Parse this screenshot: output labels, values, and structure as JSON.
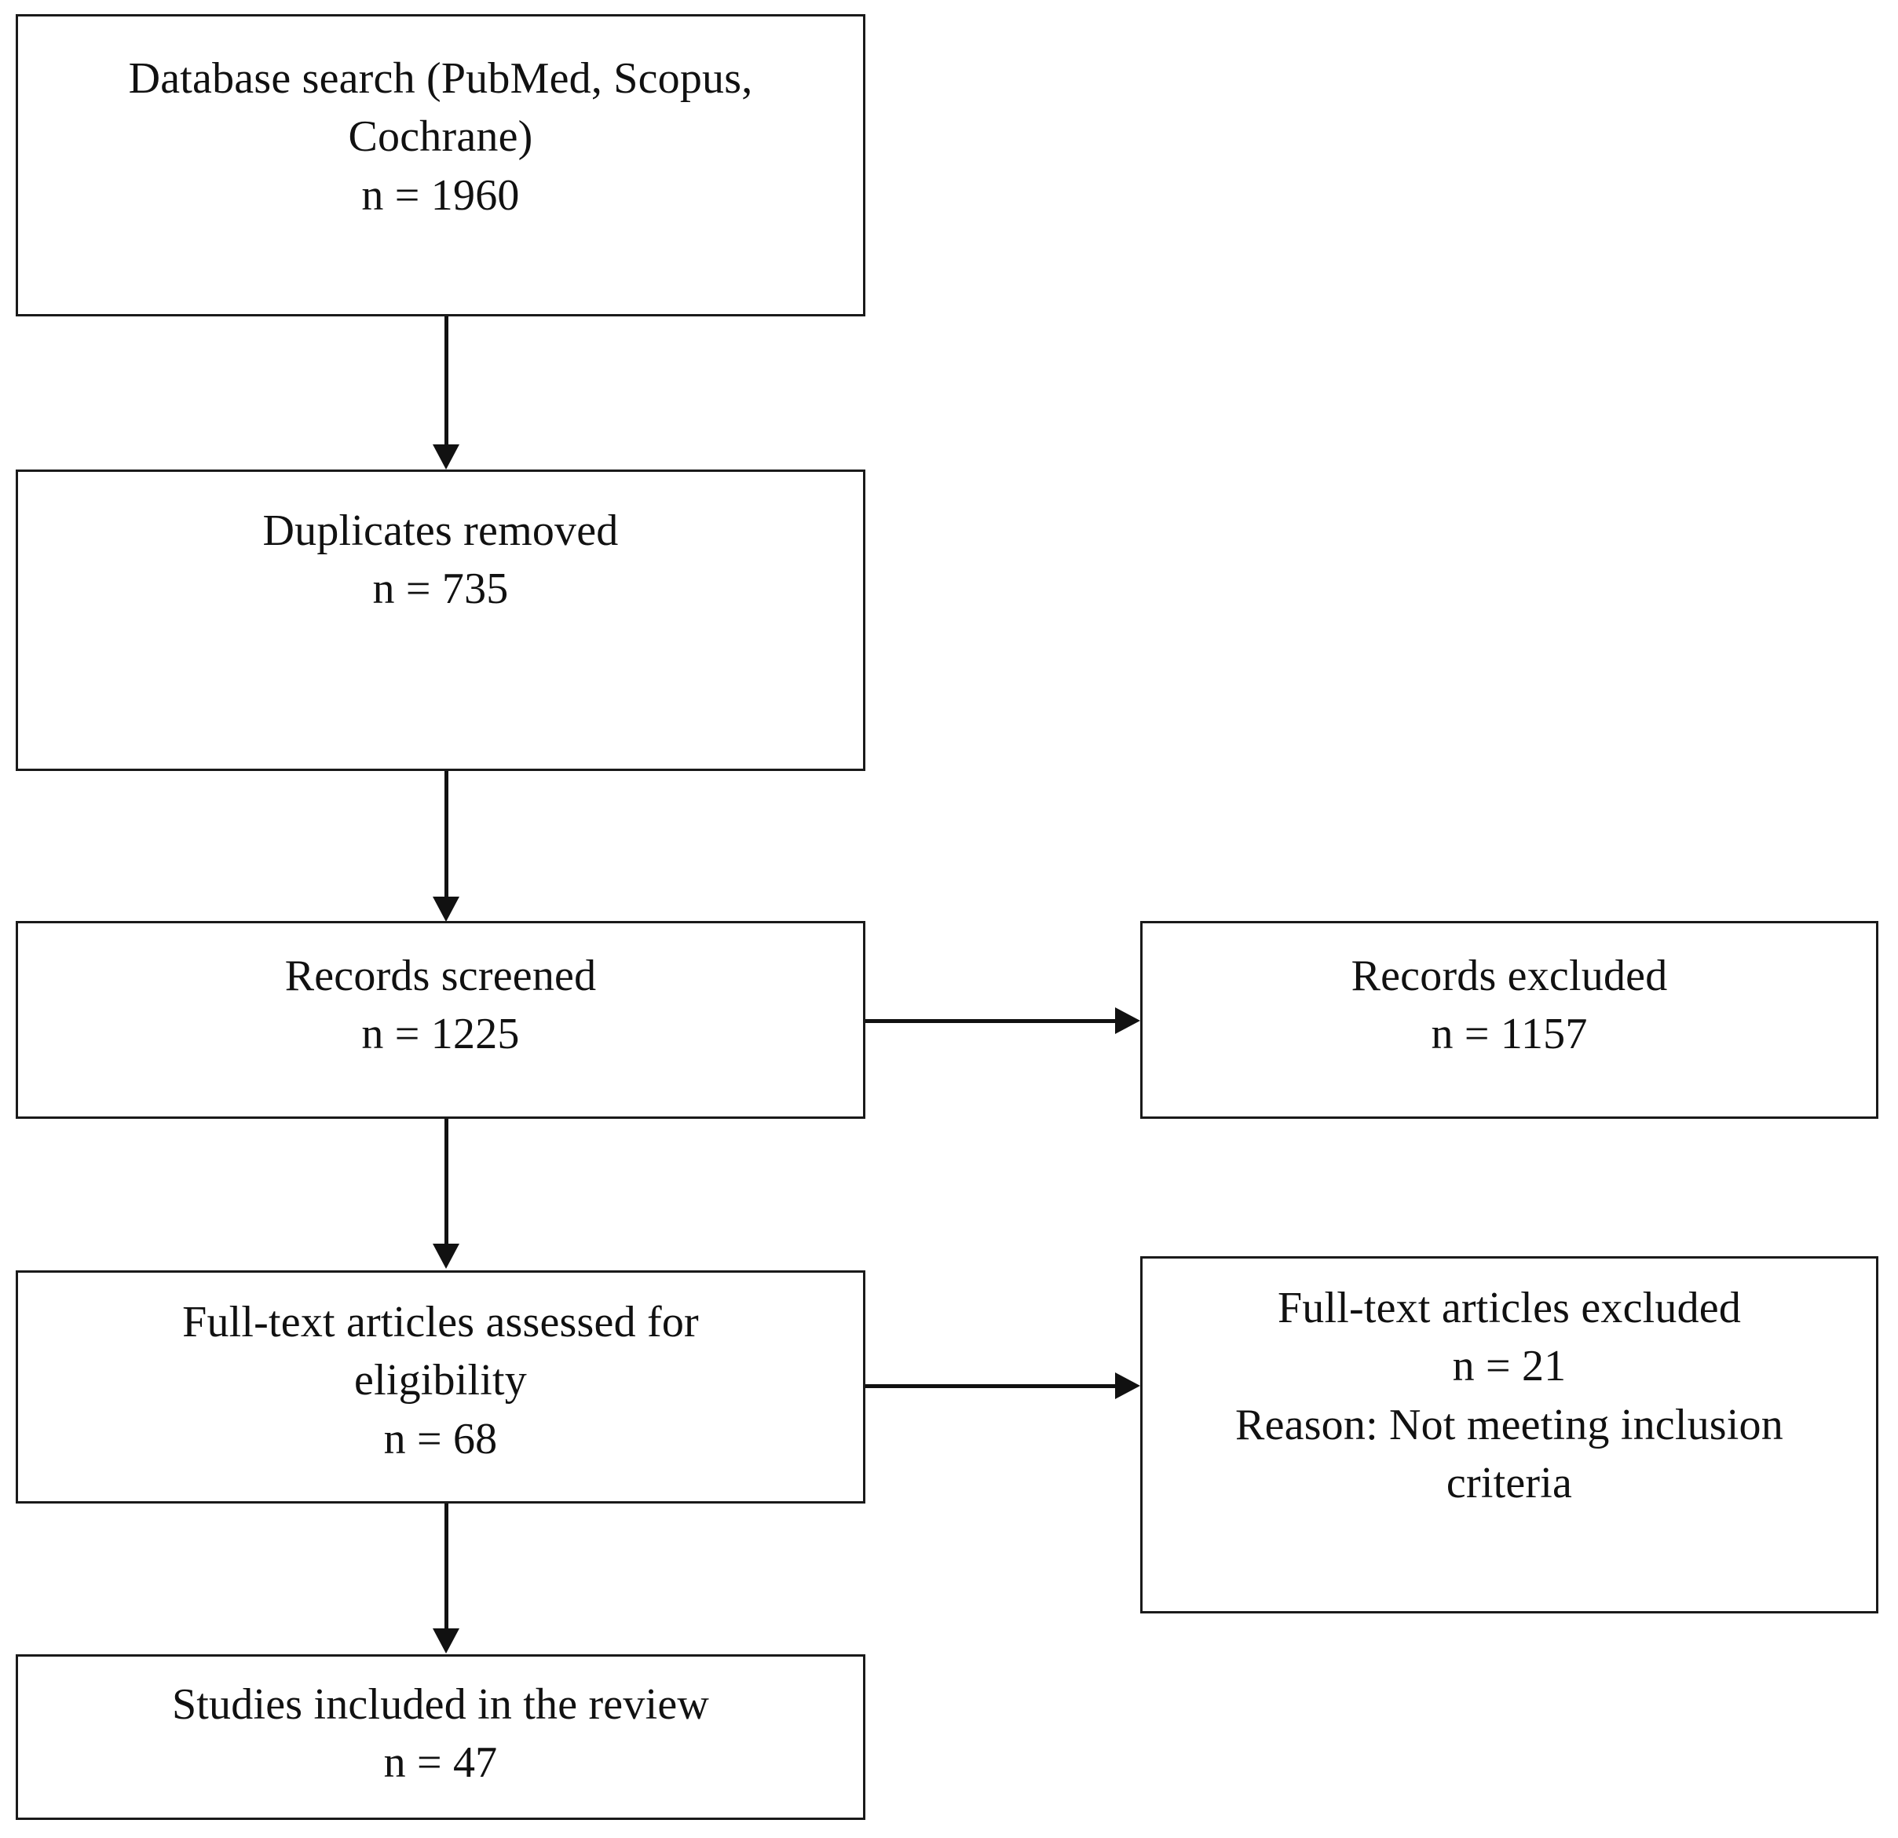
{
  "figure": {
    "type": "prisma-flow-diagram",
    "orientation": "vertical",
    "stroke_color": "#111111",
    "box_fill": "#ffffff",
    "shadow_color": "#8d8d8d"
  },
  "nodes": {
    "database_search": {
      "label": "Database search (PubMed, Scopus,\nCochrane)",
      "count_label": "n = 1960",
      "count": 1960
    },
    "duplicates_removed": {
      "label": "Duplicates removed",
      "count_label": "n = 735",
      "count": 735
    },
    "records_screened": {
      "label": "Records screened",
      "count_label": "n = 1225",
      "count": 1225
    },
    "records_excluded": {
      "label": "Records excluded",
      "count_label": "n = 1157",
      "count": 1157
    },
    "fulltext_assessed": {
      "label": "Full-text articles assessed for\neligibility",
      "count_label": "n = 68",
      "count": 68
    },
    "fulltext_excluded": {
      "label": "Full-text articles excluded",
      "count_label": "n = 21",
      "count": 21,
      "reason_label": "Reason: Not meeting inclusion\ncriteria"
    },
    "studies_included": {
      "label": "Studies included in the review",
      "count_label": "n = 47",
      "count": 47
    }
  },
  "chart_data": {
    "type": "diagram",
    "title": "PRISMA study selection flow",
    "stages": [
      {
        "id": "database_search",
        "label": "Database search (PubMed, Scopus, Cochrane)",
        "n": 1960
      },
      {
        "id": "duplicates_removed",
        "label": "Duplicates removed",
        "n": 735
      },
      {
        "id": "records_screened",
        "label": "Records screened",
        "n": 1225
      },
      {
        "id": "records_excluded",
        "label": "Records excluded",
        "n": 1157
      },
      {
        "id": "fulltext_assessed",
        "label": "Full-text articles assessed for eligibility",
        "n": 68
      },
      {
        "id": "fulltext_excluded",
        "label": "Full-text articles excluded",
        "n": 21,
        "reason": "Not meeting inclusion criteria"
      },
      {
        "id": "studies_included",
        "label": "Studies included in the review",
        "n": 47
      }
    ],
    "edges": [
      {
        "from": "database_search",
        "to": "duplicates_removed",
        "direction": "down"
      },
      {
        "from": "duplicates_removed",
        "to": "records_screened",
        "direction": "down"
      },
      {
        "from": "records_screened",
        "to": "records_excluded",
        "direction": "right"
      },
      {
        "from": "records_screened",
        "to": "fulltext_assessed",
        "direction": "down"
      },
      {
        "from": "fulltext_assessed",
        "to": "fulltext_excluded",
        "direction": "right"
      },
      {
        "from": "fulltext_assessed",
        "to": "studies_included",
        "direction": "down"
      }
    ]
  }
}
